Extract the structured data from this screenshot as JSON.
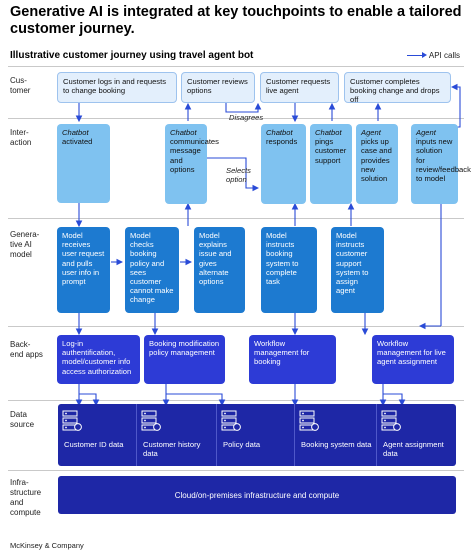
{
  "title": "Generative AI is integrated at key touchpoints to enable a tailored customer journey.",
  "subtitle": "Illustrative customer journey using travel agent bot",
  "legend": {
    "label": "API calls"
  },
  "rows": {
    "customer": "Cus-\ntomer",
    "interaction": "Inter-\naction",
    "genai": "Genera-\ntive AI\nmodel",
    "backend": "Back-\nend apps",
    "datasource": "Data\nsource",
    "infra": "Infra-\nstructure\nand\ncompute"
  },
  "customer": {
    "c1": "Customer logs in and requests to change booking",
    "c2": "Customer reviews options",
    "c3": "Customer requests live agent",
    "c4": "Customer completes booking change and drops off"
  },
  "interaction": {
    "i1_italic": "Chatbot",
    "i1_rest": "activated",
    "i2_italic": "Chatbot",
    "i2_rest": "communicates message and options",
    "i3_italic": "Chatbot",
    "i3_rest": "responds",
    "i4_italic": "Chatbot",
    "i4_rest": "pings customer support",
    "i5_italic": "Agent",
    "i5_rest": "picks up case and provides new solution",
    "i6_italic": "Agent",
    "i6_rest": "inputs new solution for review/feedback to model"
  },
  "notes": {
    "disagrees": "Disagrees",
    "selects": "Selects\noption"
  },
  "model": {
    "m1": "Model receives user request and pulls user info in prompt",
    "m2": "Model checks booking policy and sees customer cannot make change",
    "m3": "Model explains issue and gives alternate options",
    "m4": "Model instructs booking system to complete task",
    "m5": "Model instructs customer support system to assign agent"
  },
  "backend": {
    "b1": "Log-in authentification, model/customer info access authorization",
    "b2": "Booking modification policy management",
    "b3": "Workflow management for booking",
    "b4": "Workflow management for live agent assignment"
  },
  "datasource": {
    "d1": "Customer ID data",
    "d2": "Customer history data",
    "d3": "Policy data",
    "d4": "Booking system data",
    "d5": "Agent assignment data"
  },
  "infra": "Cloud/on-premises infrastructure and compute",
  "footer": "McKinsey & Company",
  "colors": {
    "customer_box": "#e3effc",
    "interaction_box": "#7fc2f0",
    "model_box": "#1d7ad0",
    "backend_box": "#2d3bd6",
    "data_box": "#1e27a6",
    "arrow": "#2a4bd7"
  }
}
